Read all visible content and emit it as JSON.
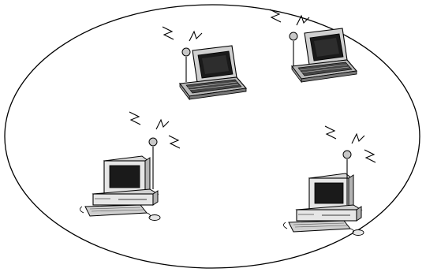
{
  "diagram": {
    "type": "wireless-ad-hoc-network",
    "boundary": "ellipse",
    "nodes": [
      {
        "kind": "laptop",
        "icon": "laptop-icon",
        "antenna": true,
        "signal": "radio-waves"
      },
      {
        "kind": "laptop",
        "icon": "laptop-icon",
        "antenna": true,
        "signal": "radio-waves"
      },
      {
        "kind": "desktop",
        "icon": "desktop-computer-icon",
        "antenna": true,
        "signal": "radio-waves"
      },
      {
        "kind": "desktop",
        "icon": "desktop-computer-icon",
        "antenna": true,
        "signal": "radio-waves"
      }
    ],
    "colors": {
      "line": "#000000",
      "screen": "#1a1a1a",
      "body_light": "#e6e6e6",
      "body_mid": "#b3b3b3",
      "antenna_ball": "#c8c8c8",
      "background": "#ffffff"
    }
  }
}
